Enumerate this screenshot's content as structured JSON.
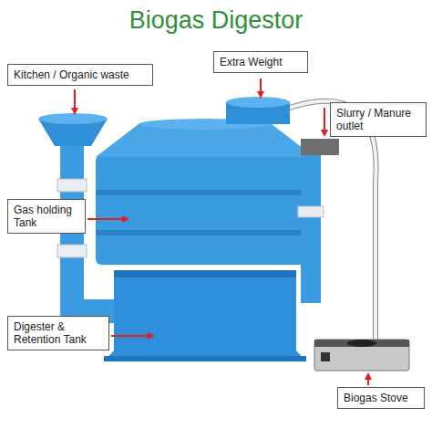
{
  "diagram": {
    "title": "Biogas Digestor",
    "nodes": [
      {
        "text": [
          "Kitchen / Organic waste"
        ]
      },
      {
        "text": [
          "Extra Weight"
        ]
      },
      {
        "text": [
          "Slurry / Manure outlet"
        ]
      },
      {
        "text": [
          "Gas holding Tank"
        ]
      },
      {
        "text": [
          "Digester & Retention Tank"
        ]
      },
      {
        "text": [
          "Biogas Stove"
        ]
      }
    ]
  }
}
